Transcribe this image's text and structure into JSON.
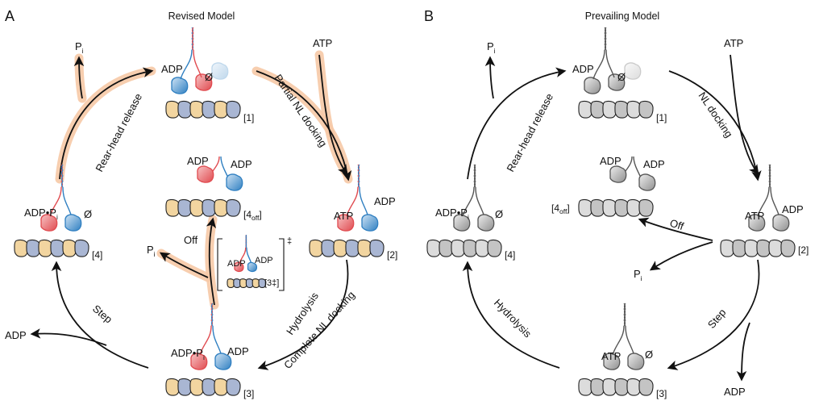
{
  "panels": {
    "A": {
      "letter": "A",
      "title": "Revised Model",
      "pi_top": "P",
      "pi_sub": "i",
      "atp_top": "ATP",
      "step_release": "Rear-head release",
      "step_partial": "Partial NL docking",
      "step_hydro": "Hydrolysis",
      "step_complete": "Complete NL docking",
      "step_step": "Step",
      "step_off": "Off",
      "adp_out": "ADP",
      "pi_off": "P",
      "pi_off_sub": "i",
      "s1": {
        "left": "ADP",
        "right": "Ø",
        "num": "[1]"
      },
      "s2": {
        "left": "ATP",
        "right": "ADP",
        "num": "[2]"
      },
      "s3": {
        "left_main": "ADP•P",
        "left_sub": "i",
        "right": "ADP",
        "num": "[3]"
      },
      "s4": {
        "left_main": "ADP•P",
        "left_sub": "i",
        "right": "Ø",
        "num": "[4]"
      },
      "s4off": {
        "left": "ADP",
        "right": "ADP",
        "num_main": "[4",
        "num_sub": "off",
        "num_end": "]"
      },
      "s3dag": {
        "left": "ADP",
        "right": "ADP",
        "num": "[3‡]",
        "dagger": "‡"
      }
    },
    "B": {
      "letter": "B",
      "title": "Prevailing Model",
      "pi_top": "P",
      "pi_sub": "i",
      "atp_top": "ATP",
      "step_release": "Rear-head release",
      "step_nl": "NL docking",
      "step_hydro": "Hydrolysis",
      "step_step": "Step",
      "step_off": "Off",
      "pi_mid": "P",
      "pi_mid_sub": "i",
      "adp_bottom": "ADP",
      "s1": {
        "left": "ADP",
        "right": "Ø",
        "num": "[1]"
      },
      "s2": {
        "left": "ATP",
        "right": "ADP",
        "num": "[2]"
      },
      "s3": {
        "left": "ATP",
        "right": "Ø",
        "num": "[3]"
      },
      "s4": {
        "left_main": "ADP•P",
        "left_sub": "i",
        "right": "Ø",
        "num": "[4]"
      },
      "s4off": {
        "left": "ADP",
        "right": "ADP",
        "num_main": "[4",
        "num_sub": "off",
        "num_end": "]"
      }
    }
  },
  "colors": {
    "tan": "#f2d5a0",
    "blue_mt": "#a9b6d3",
    "red_head": "#e04a4f",
    "blue_head": "#2f7fc1",
    "glow": "#f6c9a6",
    "grey_mt": "#cfcfcf",
    "grey_head": "#9a9a9a"
  }
}
